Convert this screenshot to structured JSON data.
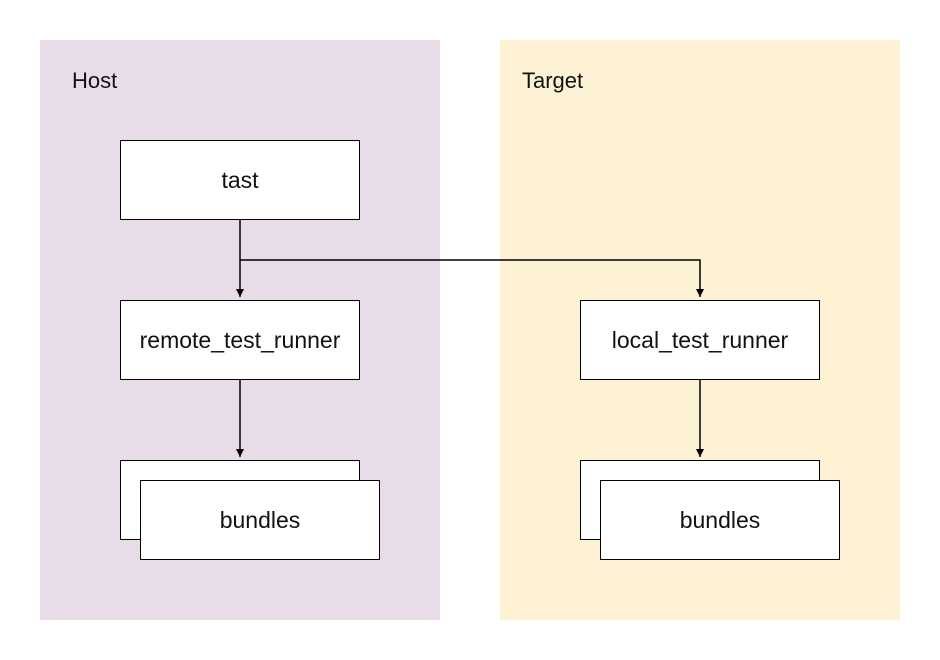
{
  "colors": {
    "host_fill": "#e8dce9",
    "target_fill": "#fdf3d4",
    "stroke": "#000000",
    "node_fill": "#ffffff",
    "text": "#111111"
  },
  "regions": {
    "host": {
      "label": "Host"
    },
    "target": {
      "label": "Target"
    }
  },
  "nodes": {
    "tast": "tast",
    "remote_test_runner": "remote_test_runner",
    "local_test_runner": "local_test_runner",
    "host_bundles": "bundles",
    "target_bundles": "bundles"
  },
  "edges": [
    {
      "from": "tast",
      "to": "remote_test_runner"
    },
    {
      "from": "tast",
      "to": "local_test_runner"
    },
    {
      "from": "remote_test_runner",
      "to": "host_bundles"
    },
    {
      "from": "local_test_runner",
      "to": "target_bundles"
    }
  ]
}
